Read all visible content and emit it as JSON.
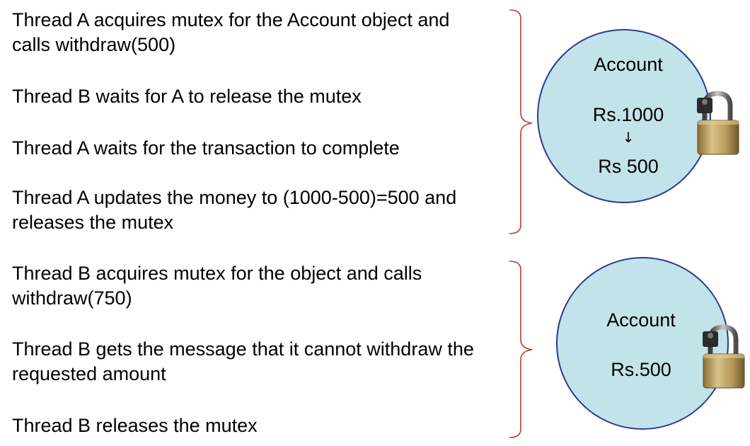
{
  "group1": {
    "steps": [
      "Thread A acquires mutex for the Account object and\ncalls withdraw(500)",
      "Thread B waits for A to release the mutex",
      "Thread A  waits for the transaction to complete",
      "Thread A  updates the money to (1000-500)=500 and\nreleases the mutex"
    ],
    "account": {
      "title": "Account",
      "old_balance": "Rs.1000",
      "arrow": "↓",
      "new_balance": "Rs 500"
    }
  },
  "group2": {
    "steps": [
      "Thread B acquires mutex for the object and calls\nwithdraw(750)",
      "Thread B  gets the message that it cannot withdraw the\nrequested amount",
      "Thread B releases the mutex"
    ],
    "account": {
      "title": "Account",
      "balance": "Rs.500"
    }
  },
  "colors": {
    "brace": "#c0392b",
    "circle_fill": "#c3e3ea",
    "circle_stroke": "#2e3a8c",
    "lock_body": "#b59a5a"
  },
  "icons": [
    "padlock-icon"
  ]
}
